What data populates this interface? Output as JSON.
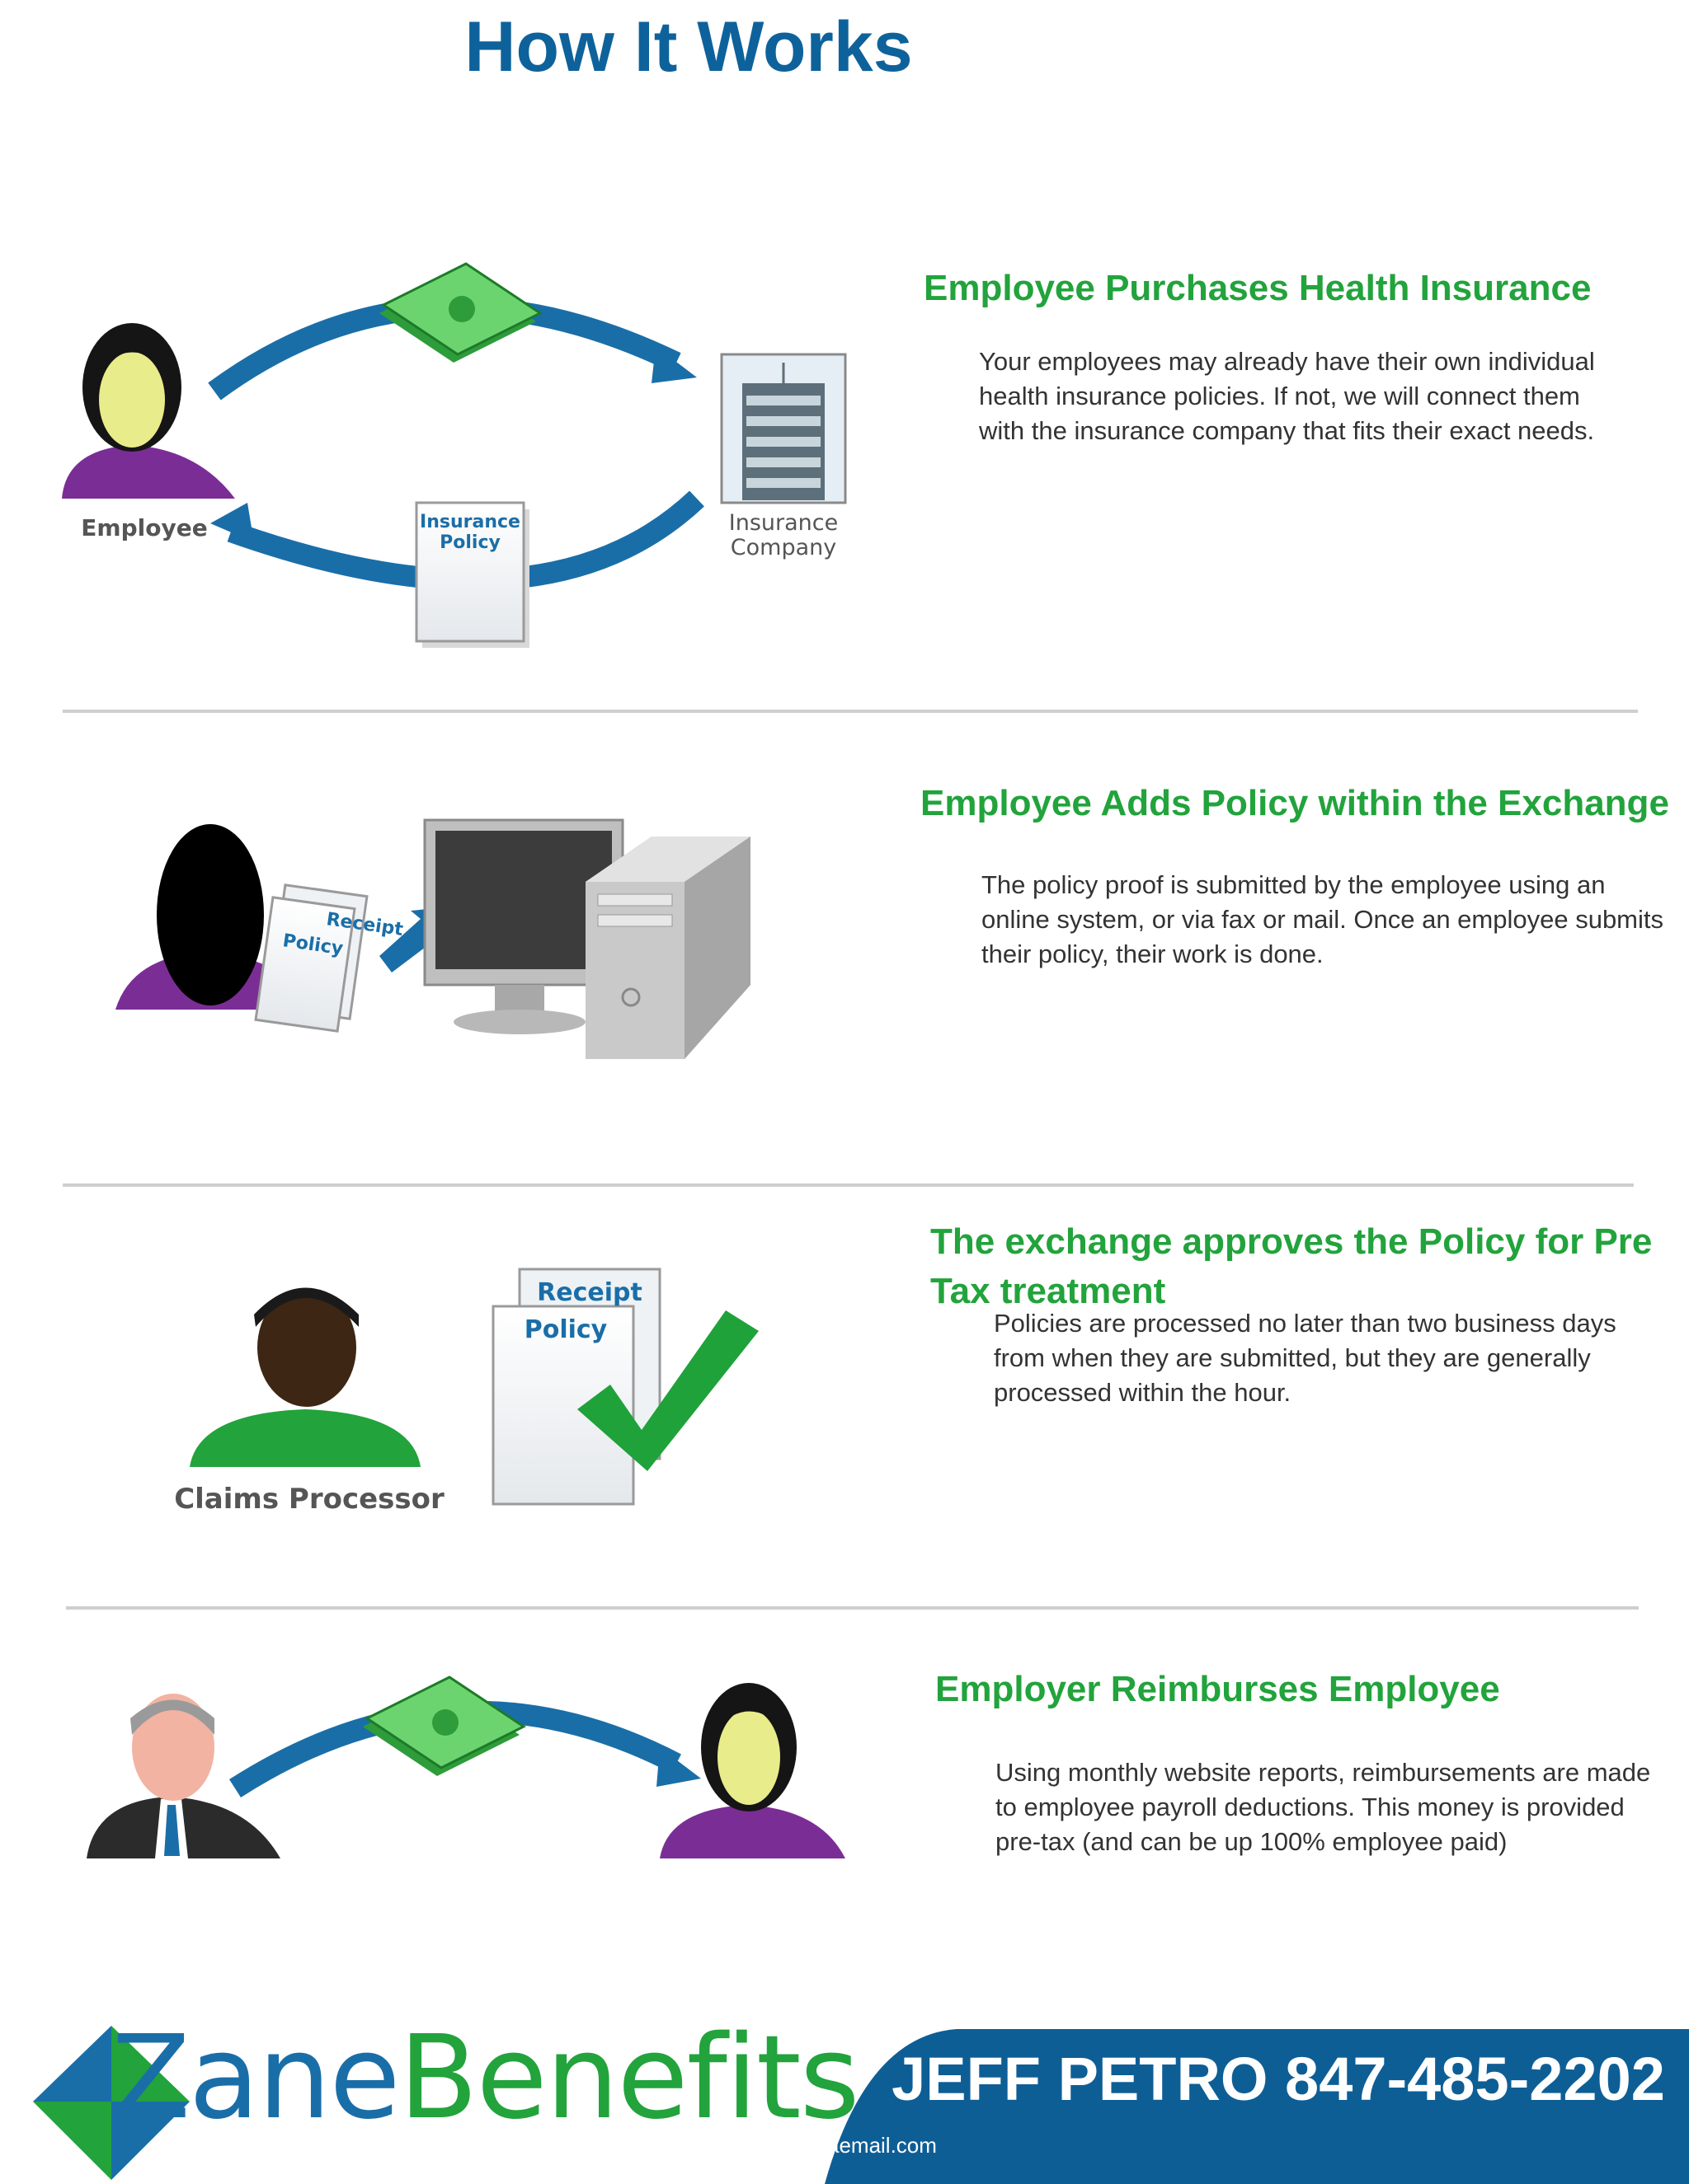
{
  "page": {
    "title": "How It Works"
  },
  "sections": [
    {
      "heading": "Employee Purchases Health Insurance",
      "body": "Your employees may already have their own individual health insurance policies. If not, we will connect them with the insurance company that fits their exact needs.",
      "labels": {
        "employee": "Employee",
        "policy_line1": "Insurance",
        "policy_line2": "Policy",
        "company_line1": "Insurance",
        "company_line2": "Company"
      }
    },
    {
      "heading": "Employee Adds Policy within the Exchange",
      "body": "The policy proof is submitted by the employee using an online system, or via fax or mail.  Once an employee submits their policy, their work is done.",
      "labels": {
        "receipt": "Receipt",
        "policy": "Policy"
      }
    },
    {
      "heading_line1": "The exchange approves the Policy for Pre",
      "heading_line2": "Tax treatment",
      "body": "Policies are processed no later than two business days from when they are submitted, but they are generally processed within the hour.",
      "labels": {
        "processor": "Claims Processor",
        "receipt": "Receipt",
        "policy": "Policy"
      }
    },
    {
      "heading": "Employer Reimburses Employee",
      "body": "Using monthly website reports, reimbursements are made to employee payroll deductions. This money is provided pre-tax (and can be up 100% employee paid)"
    }
  ],
  "footer": {
    "logo_part1": "Zane",
    "logo_part2": "Benefits",
    "contact": "JEFF PETRO 847-485-2202",
    "email": "jpetro@iiaemail.com"
  },
  "colors": {
    "brand_blue": "#0e629b",
    "heading_green": "#22a33c",
    "arrow_blue": "#1a6ea8",
    "purple": "#7b2d96"
  }
}
